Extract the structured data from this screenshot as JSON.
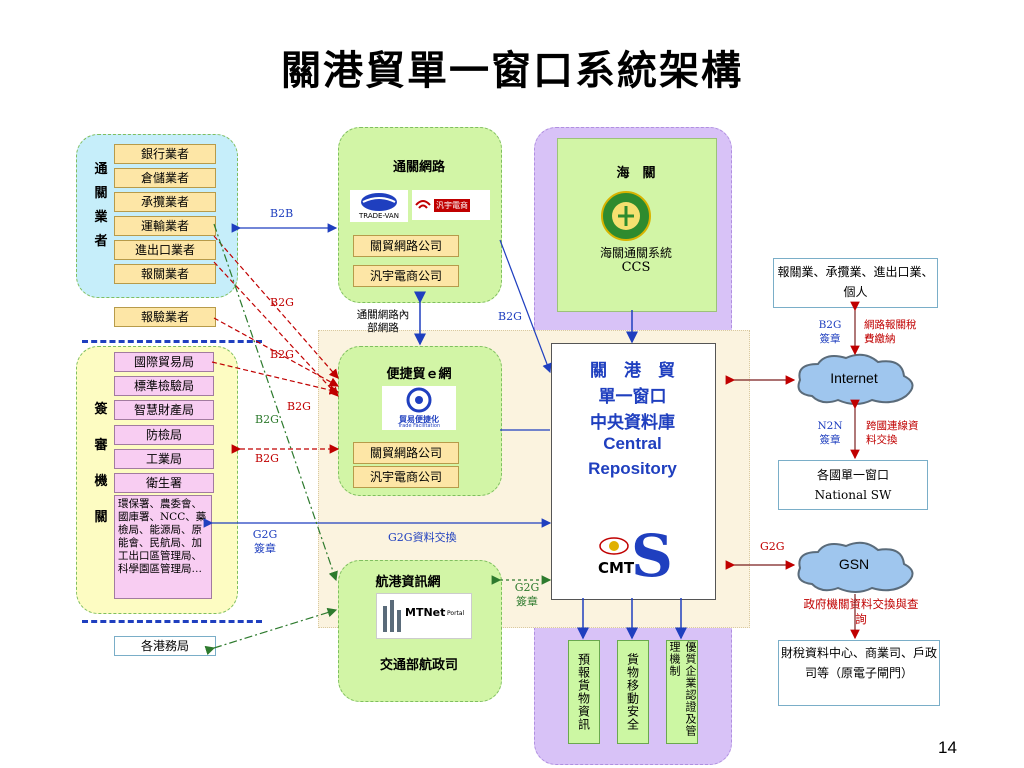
{
  "title": "關港貿單一窗口系統架構",
  "page_number": "14",
  "left_top": {
    "vertical_label": "通關業者",
    "items": [
      "銀行業者",
      "倉儲業者",
      "承攬業者",
      "運輸業者",
      "進出口業者",
      "報關業者"
    ],
    "inspector": "報驗業者"
  },
  "left_mid": {
    "vertical_label": "簽審機關",
    "items": [
      "國際貿易局",
      "標準檢驗局",
      "智慧財產局",
      "防檢局",
      "工業局",
      "衛生署"
    ],
    "others": "環保署、農委會、國庫署、NCC、藥檢局、能源局、原能會、民航局、加工出口區管理局、科學園區管理局…",
    "port": "各港務局"
  },
  "clearance_net": {
    "title": "通關網路",
    "logo1": "TRADE-VAN",
    "logo2": "汎宇電商",
    "company1": "關貿網路公司",
    "company2": "汎宇電商公司",
    "internal": "通關網路內部網路"
  },
  "trade_net": {
    "title": "便捷貿ｅ網",
    "logo": "貿易便捷化",
    "logo_sub": "Trade Facilitation",
    "company1": "關貿網路公司",
    "company2": "汎宇電商公司"
  },
  "port_net": {
    "title": "航港資訊網",
    "logo": "MTNet",
    "logo_sub": "Portal",
    "agency": "交通部航政司"
  },
  "customs": {
    "title": "海　關",
    "system": "海關通關系統",
    "code": "CCS"
  },
  "central": {
    "line1": "關　港　貿",
    "line2": "單一窗口",
    "line3": "中央資料庫",
    "line4": "Central",
    "line5": "Repository",
    "logo_text": "CMT"
  },
  "bottom_cols": [
    "預報貨物資訊",
    "貨物移動安全",
    "優質企業認證及管理機制"
  ],
  "right": {
    "users": "報關業、承攬業、進出口業、個人",
    "internet": "Internet",
    "national_sw": "各國單一窗口 National SW",
    "gsn": "GSN",
    "gsn_note": "政府機關資料交換與查詢",
    "finance": "財稅資料中心、商業司、戶政司等（原電子閘門）",
    "b2g_sign": "B2G 簽章",
    "net_fee": "網路報關稅費繳納",
    "n2n_sign": "N2N 簽章",
    "cross_border": "跨國連線資料交換",
    "g2g": "G2G"
  },
  "labels": {
    "b2b": "B2B",
    "b2g_1": "B2G",
    "b2g_2": "B2G",
    "b2g_3": "B2G",
    "b2g_4": "B2G",
    "b2g_5": "B2G",
    "b2g_6": "B2G",
    "g2g_sign": "G2G 簽章",
    "g2g_exchange": "G2G資料交換",
    "g2g_sign2": "G2G 簽章"
  }
}
